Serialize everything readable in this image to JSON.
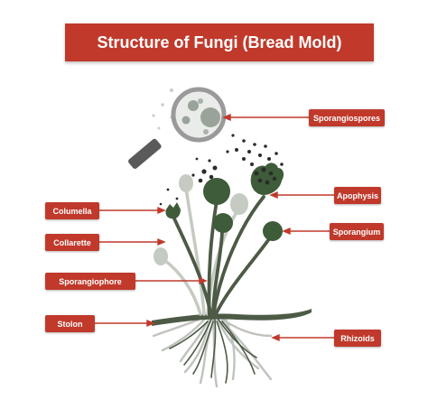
{
  "title": "Structure of Fungi (Bread Mold)",
  "labels": {
    "sporangiospores": "Sporangiospores",
    "apophysis": "Apophysis",
    "sporangium": "Sporangium",
    "rhizoids": "Rhizoids",
    "columella": "Columella",
    "collarette": "Collarette",
    "sporangiophore": "Sporangiophore",
    "stolon": "Stolon"
  },
  "colors": {
    "accent": "#c0392b",
    "hyphae": "#4d5a46",
    "sporangium": "#3e5b3a",
    "faded": "#c5cac2"
  }
}
